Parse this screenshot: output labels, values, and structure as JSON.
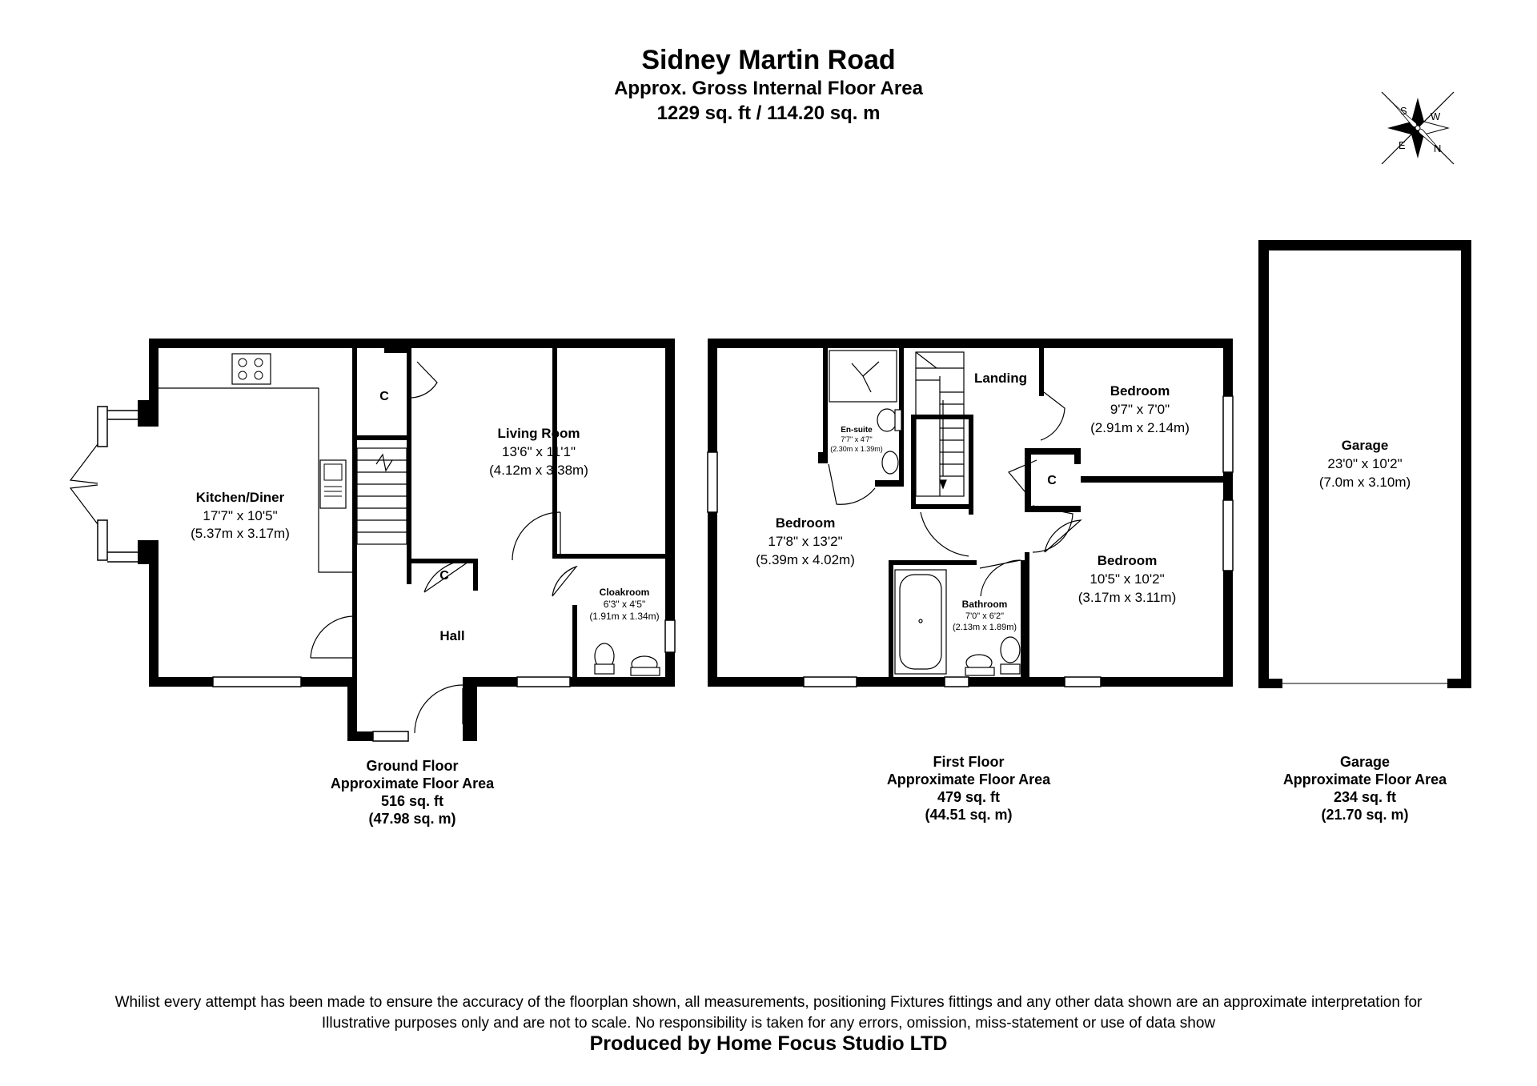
{
  "header": {
    "title": "Sidney Martin Road",
    "subtitle": "Approx. Gross Internal Floor Area",
    "total_area": "1229 sq. ft / 114.20 sq. m"
  },
  "compass": {
    "letters": [
      "S",
      "W",
      "E",
      "N"
    ]
  },
  "rooms": {
    "kitchen": {
      "name": "Kitchen/Diner",
      "imperial": "17'7\" x 10'5\"",
      "metric": "(5.37m x 3.17m)"
    },
    "living": {
      "name": "Living Room",
      "imperial": "13'6\" x 11'1\"",
      "metric": "(4.12m x 3.38m)"
    },
    "cloakroom": {
      "name": "Cloakroom",
      "imperial": "6'3\" x 4'5\"",
      "metric": "(1.91m x 1.34m)"
    },
    "hall": {
      "name": "Hall"
    },
    "cupboard": "C",
    "bedroom1": {
      "name": "Bedroom",
      "imperial": "17'8\" x 13'2\"",
      "metric": "(5.39m x 4.02m)"
    },
    "ensuite": {
      "name": "En-suite",
      "imperial": "7'7\" x 4'7\"",
      "metric": "(2.30m x 1.39m)"
    },
    "landing": {
      "name": "Landing"
    },
    "bedroom2": {
      "name": "Bedroom",
      "imperial": "9'7\" x 7'0\"",
      "metric": "(2.91m x 2.14m)"
    },
    "bedroom3": {
      "name": "Bedroom",
      "imperial": "10'5\" x 10'2\"",
      "metric": "(3.17m x 3.11m)"
    },
    "bathroom": {
      "name": "Bathroom",
      "imperial": "7'0\" x 6'2\"",
      "metric": "(2.13m x 1.89m)"
    },
    "garage": {
      "name": "Garage",
      "imperial": "23'0\" x 10'2\"",
      "metric": "(7.0m x 3.10m)"
    }
  },
  "floors": {
    "ground": {
      "name": "Ground Floor",
      "label": "Approximate Floor Area",
      "sqft": "516 sq. ft",
      "sqm": "(47.98 sq. m)"
    },
    "first": {
      "name": "First Floor",
      "label": "Approximate Floor Area",
      "sqft": "479 sq. ft",
      "sqm": "(44.51 sq. m)"
    },
    "garage": {
      "name": "Garage",
      "label": "Approximate Floor Area",
      "sqft": "234 sq. ft",
      "sqm": "(21.70 sq. m)"
    }
  },
  "footer": {
    "disclaimer_line1": "Whilist every attempt has been made to ensure the accuracy of the floorplan shown, all measurements, positioning Fixtures fittings and any other data shown are an approximate interpretation for",
    "disclaimer_line2": "Illustrative purposes only  and are not to scale. No responsibility is taken for any errors, omission, miss-statement or use of data show",
    "producer": "Produced by Home Focus Studio LTD"
  }
}
